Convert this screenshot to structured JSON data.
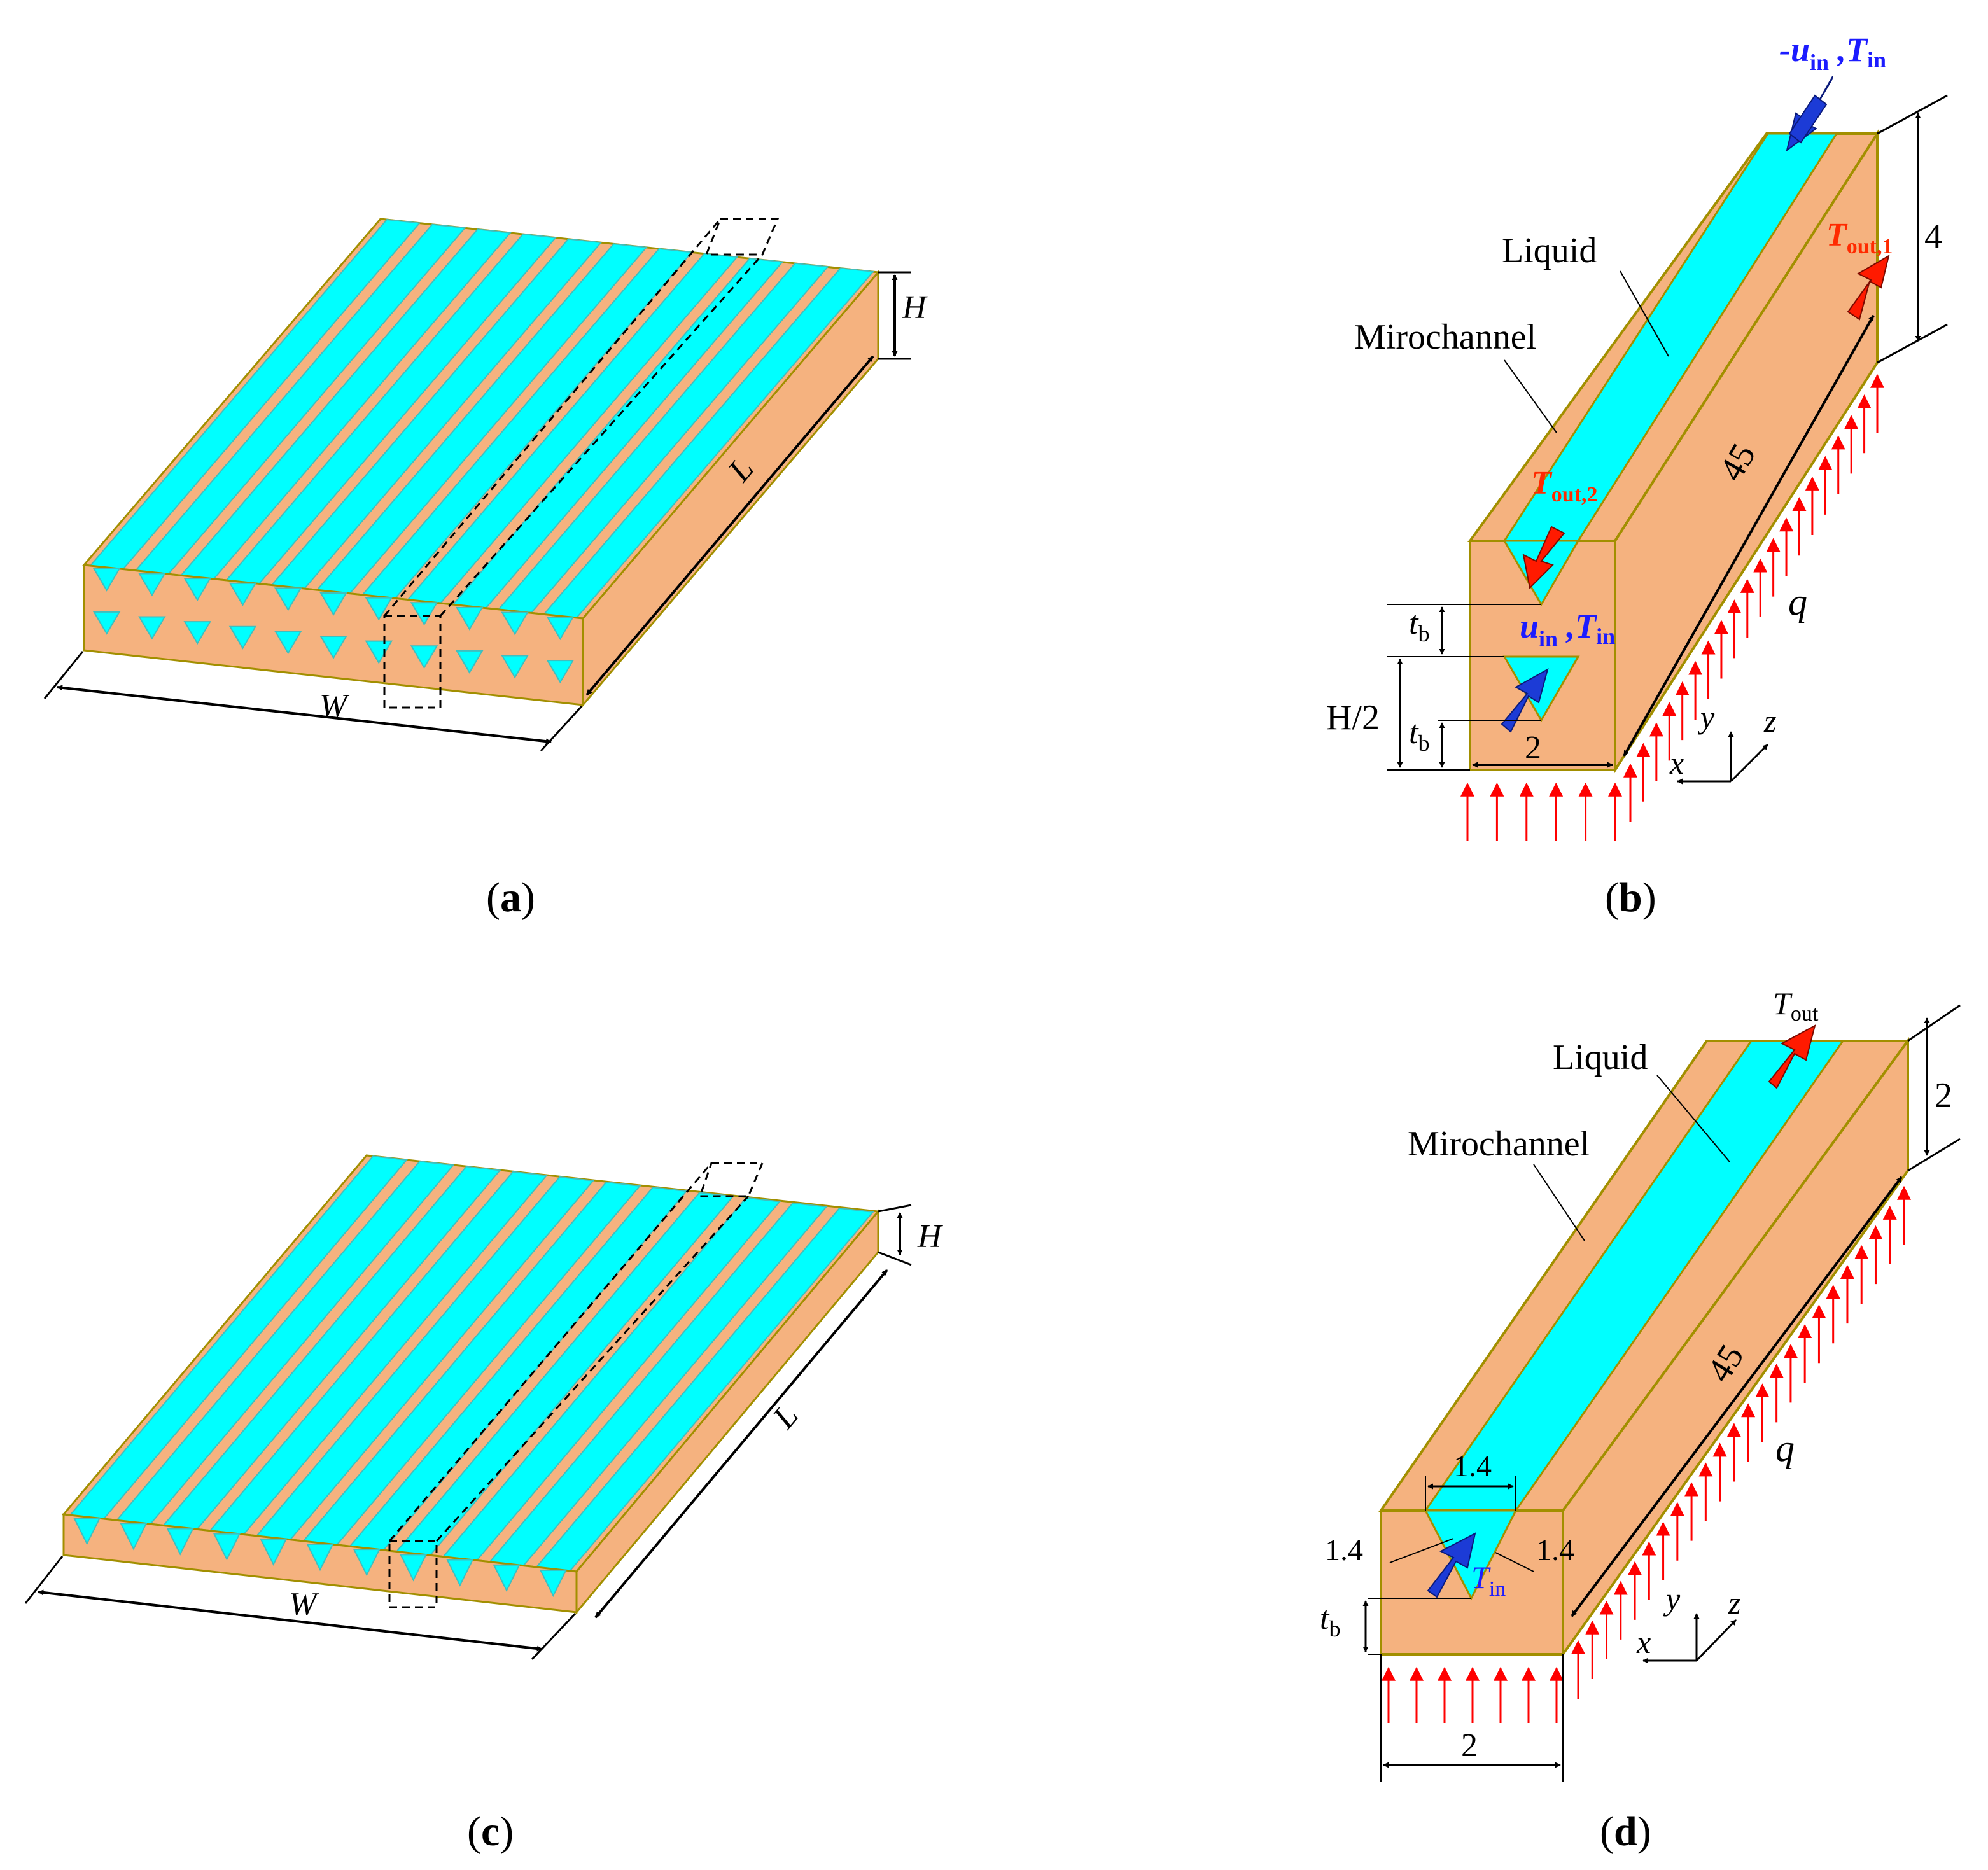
{
  "colors": {
    "solid": "#F5B27F",
    "liquid": "#00FFFF",
    "edge": "#A28F00",
    "arrow_blue": "#1C3BD6",
    "arrow_red": "#FF1A00",
    "heat": "#FF0000"
  },
  "panel_a": {
    "caption_letter": "a",
    "height_label": "H",
    "length_label": "L",
    "width_label": "W"
  },
  "panel_b": {
    "caption_letter": "b",
    "liquid_label": "Liquid",
    "microchannel_label": "Mirochannel",
    "inlet_top": {
      "main": "-u",
      "sub": "in",
      "sep": " ,",
      "t_main": "T",
      "t_sub": "in"
    },
    "outlet_1": {
      "main": "T",
      "sub": "out,1"
    },
    "outlet_2": {
      "main": "T",
      "sub": "out,2"
    },
    "inlet_bottom": {
      "main": "u",
      "sub": "in",
      "sep": " ,",
      "t_main": "T",
      "t_sub": "in"
    },
    "height_dim": "4",
    "length_dim": "45",
    "width_dim": "2",
    "half_height": "H/2",
    "tb": {
      "main": "t",
      "sub": "b"
    },
    "heat_flux": "q",
    "axis_x": "x",
    "axis_y": "y",
    "axis_z": "z"
  },
  "panel_c": {
    "caption_letter": "c",
    "height_label": "H",
    "length_label": "L",
    "width_label": "W"
  },
  "panel_d": {
    "caption_letter": "d",
    "liquid_label": "Liquid",
    "microchannel_label": "Mirochannel",
    "outlet": {
      "main": "T",
      "sub": "out"
    },
    "inlet": {
      "main": "T",
      "sub": "in"
    },
    "height_dim": "2",
    "length_dim": "45",
    "width_dim": "2",
    "top_width_dim": "1.4",
    "left_side_dim": "1.4",
    "right_side_dim": "1.4",
    "tb": {
      "main": "t",
      "sub": "b"
    },
    "heat_flux": "q",
    "axis_x": "x",
    "axis_y": "y",
    "axis_z": "z"
  }
}
